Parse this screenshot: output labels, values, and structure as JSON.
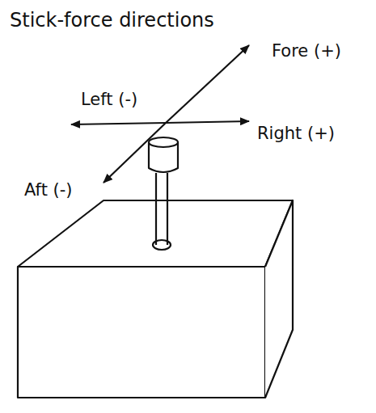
{
  "diagram": {
    "title": "Stick-force directions",
    "labels": [
      "Fore (+)",
      "Left (-)",
      "Right (+)",
      "Aft (-)"
    ]
  }
}
